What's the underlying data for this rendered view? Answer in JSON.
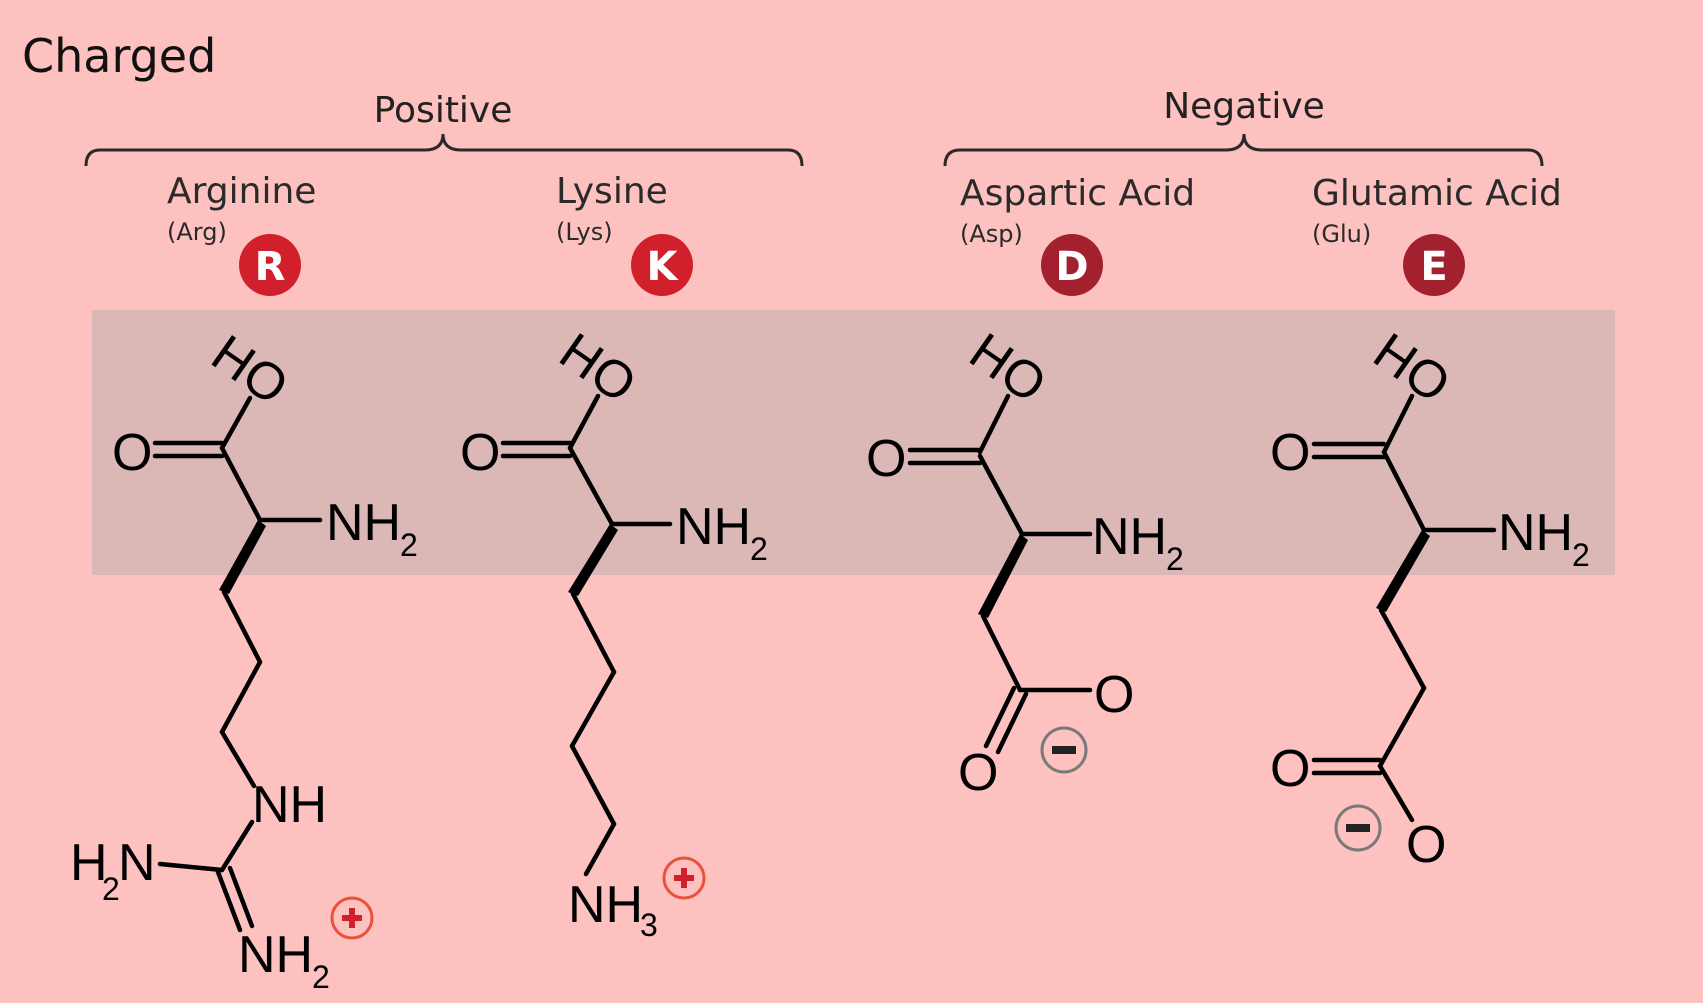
{
  "title": "Charged",
  "groups": {
    "positive": "Positive",
    "negative": "Negative"
  },
  "amino_acids": [
    {
      "name": "Arginine",
      "abbr": "(Arg)",
      "letter": "R",
      "badge_color": "#d11f2b",
      "charge": "+"
    },
    {
      "name": "Lysine",
      "abbr": "(Lys)",
      "letter": "K",
      "badge_color": "#d11f2b",
      "charge": "+"
    },
    {
      "name": "Aspartic Acid",
      "abbr": "(Asp)",
      "letter": "D",
      "badge_color": "#a3212e",
      "charge": "-"
    },
    {
      "name": "Glutamic Acid",
      "abbr": "(Glu)",
      "letter": "E",
      "badge_color": "#a3212e",
      "charge": "-"
    }
  ],
  "atoms": {
    "O": "O",
    "HO": "HO",
    "NH": "NH",
    "N": "N",
    "H": "H",
    "NH2": "NH",
    "NH3": "NH",
    "sub2": "2",
    "sub3": "3"
  },
  "colors": {
    "background": "#fdc1c0",
    "backbone_band": "#dbb8b6",
    "positive_charge": "#e8523a",
    "negative_charge": "#7a7a7a"
  }
}
